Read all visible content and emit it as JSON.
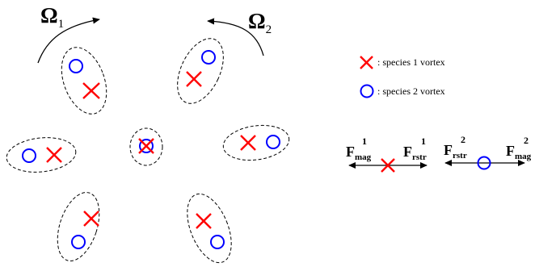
{
  "colors": {
    "species1": "#ff0000",
    "species2": "#0000ff",
    "outline": "#000000"
  },
  "rotation": {
    "omega1": {
      "symbol": "Ω",
      "subscript": "1"
    },
    "omega2": {
      "symbol": "Ω",
      "subscript": "2"
    }
  },
  "legend": {
    "species1": {
      "marker": "cross",
      "label": ": species 1 vortex"
    },
    "species2": {
      "marker": "circle",
      "label": ": species 2 vortex"
    }
  },
  "forces": {
    "species1": {
      "left": {
        "main": "F",
        "sub": "mag",
        "sup": "1"
      },
      "right": {
        "main": "F",
        "sub": "rstr",
        "sup": "1"
      }
    },
    "species2": {
      "left": {
        "main": "F",
        "sub": "rstr",
        "sup": "2"
      },
      "right": {
        "main": "F",
        "sub": "mag",
        "sup": "2"
      }
    }
  }
}
